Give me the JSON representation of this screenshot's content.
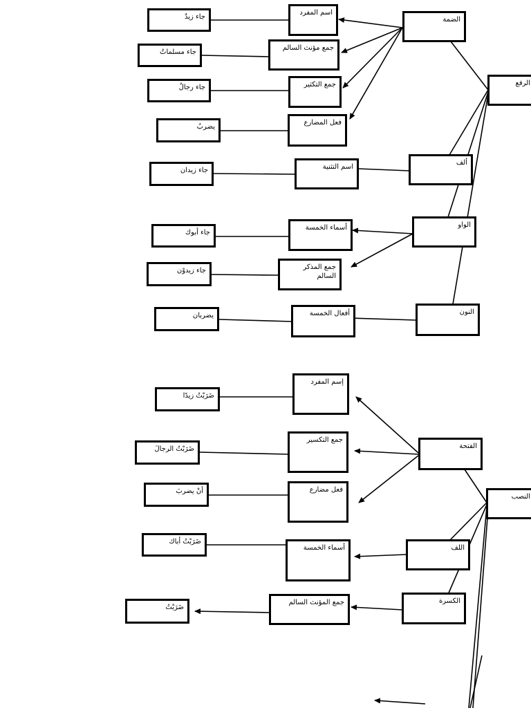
{
  "colors": {
    "stroke": "#000000",
    "fill": "#ffffff",
    "text": "#000000"
  },
  "nodes": {
    "raf": "الرفع",
    "damma": "الضمة",
    "alif_raf": "ألف",
    "waw": "الواو",
    "nun": "النون",
    "ism_mufrad": "اسم المفرد",
    "jam_muannath": "جمع مؤنث السالم",
    "jam_taksir": "جمع التكثير",
    "fil_mudari": "فعل المضارع",
    "ism_tathniya": "اسم التثنية",
    "asma_khamsa": "أسماء الخمسة",
    "jam_mudhakkar": "جمع المذكر السالم",
    "afal_khamsa": "أفعال الخمسة",
    "ex_jaa_zaid": "جاء زيدٌ",
    "ex_jaa_muslimat": "جاء مسلماتٌ",
    "ex_jaa_rijal": "جاء رجالٌ",
    "ex_yadrib": "يضربُ",
    "ex_jaa_zaidan": "جاء زيدان",
    "ex_jaa_abuk": "جاء أبوك",
    "ex_jaa_zaidun": "جاء زيدوْن",
    "ex_yadriban": "يضربان",
    "nasb": "النصب",
    "fatha": "الفتحة",
    "alif_nasb": "اللف",
    "kasra": "الكسرة",
    "n_ism_mufrad": "إسم المفرد",
    "n_jam_taksir": "جمع التكسير",
    "n_fil_mudari": "فعل مضارع",
    "n_asma_khamsa": "أسماء الخمسة",
    "n_jam_muannath": "جمع المؤنث السالم",
    "ex_darabtu_zaidan": "ضَرَبْتُ زيدًا",
    "ex_darabtu_rijal": "ضَرَبْتُ الرجالَ",
    "ex_an_yadrib": "أنْ يضربَ",
    "ex_darabtu_abak": "ضَرَبْتُ أباك",
    "ex_darabtu": "ضَرَبْتُ"
  }
}
